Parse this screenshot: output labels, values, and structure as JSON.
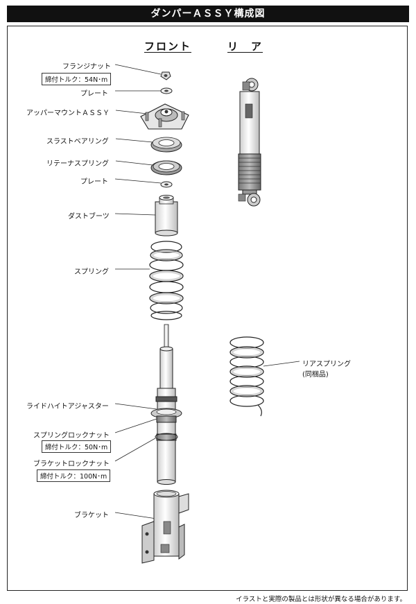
{
  "title": "ダンパーＡＳＳＹ構成図",
  "headers": {
    "front": "フロント",
    "rear": "リ　ア"
  },
  "labels": {
    "flange_nut": "フランジナット",
    "torque_54": "締付トルク：54N･m",
    "plate1": "プレート",
    "upper_mount": "アッパーマウントＡＳＳＹ",
    "thrust_bearing": "スラストベアリング",
    "retainer_spring": "リテーナスプリング",
    "plate2": "プレート",
    "dust_boot": "ダストブーツ",
    "spring": "スプリング",
    "ride_height_adjuster": "ライドハイトアジャスター",
    "spring_lock_nut": "スプリングロックナット",
    "torque_50": "締付トルク：50N･m",
    "bracket_lock_nut": "ブラケットロックナット",
    "torque_100": "締付トルク：100N･m",
    "bracket": "ブラケット",
    "rear_spring": "リアスプリング",
    "bundled": "(同梱品)"
  },
  "footnote": "イラストと実際の製品とは形状が異なる場合があります。"
}
